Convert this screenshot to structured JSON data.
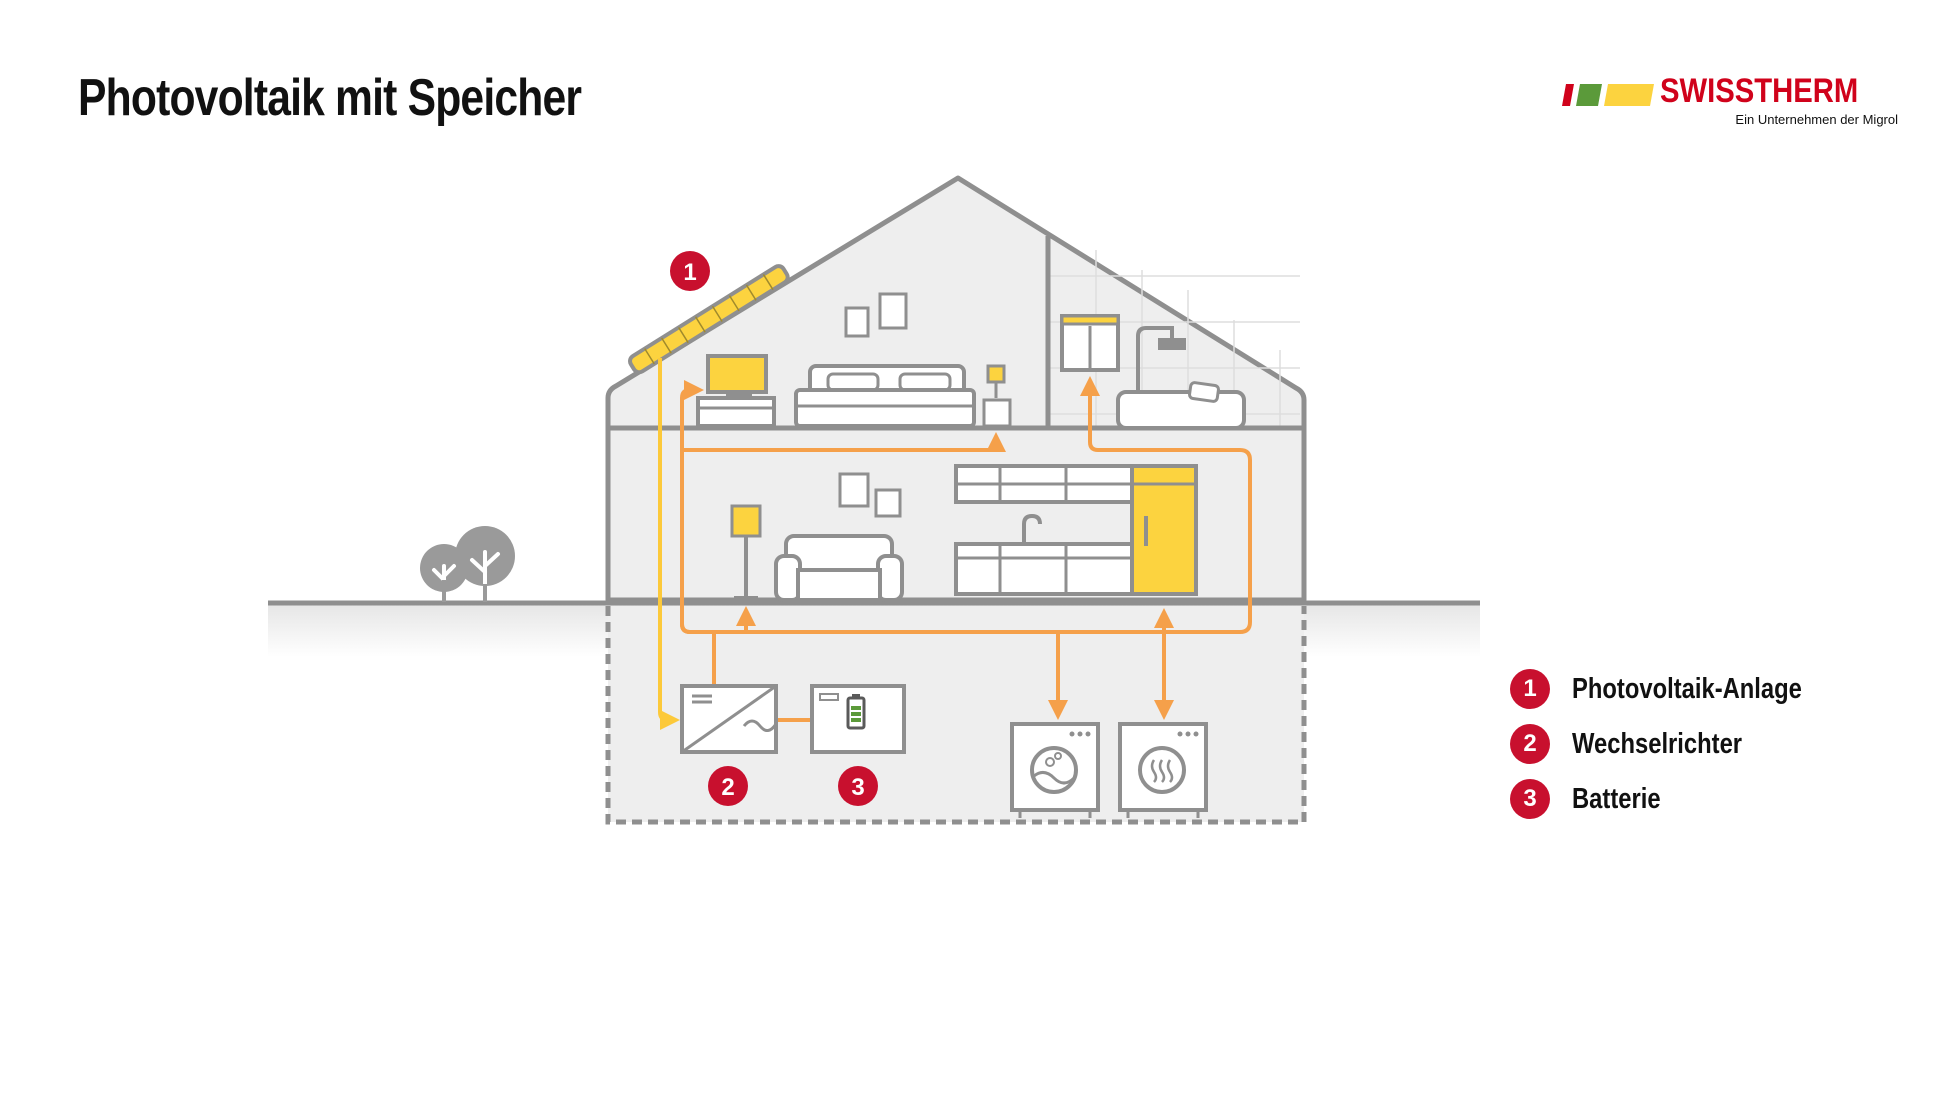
{
  "title": "Photovoltaik mit Speicher",
  "brand": {
    "name": "SWISSTHERM",
    "tagline": "Ein Unternehmen der Migrol",
    "color": "#d0021b"
  },
  "markers": {
    "solar_panel": "1",
    "inverter": "2",
    "battery": "3"
  },
  "legend": [
    {
      "number": "1",
      "label": "Photovoltaik-Anlage"
    },
    {
      "number": "2",
      "label": "Wechselrichter"
    },
    {
      "number": "3",
      "label": "Batterie"
    }
  ],
  "colors": {
    "marker_red": "#c8102e",
    "line_gray": "#8f8f8f",
    "flow_orange": "#f5a04a",
    "accent_yellow": "#fcd33f",
    "house_fill": "#eeeeee"
  },
  "icons": {
    "washing_machine": "washing-machine-icon",
    "dryer": "dryer-icon",
    "battery": "battery-icon",
    "inverter": "inverter-icon"
  }
}
